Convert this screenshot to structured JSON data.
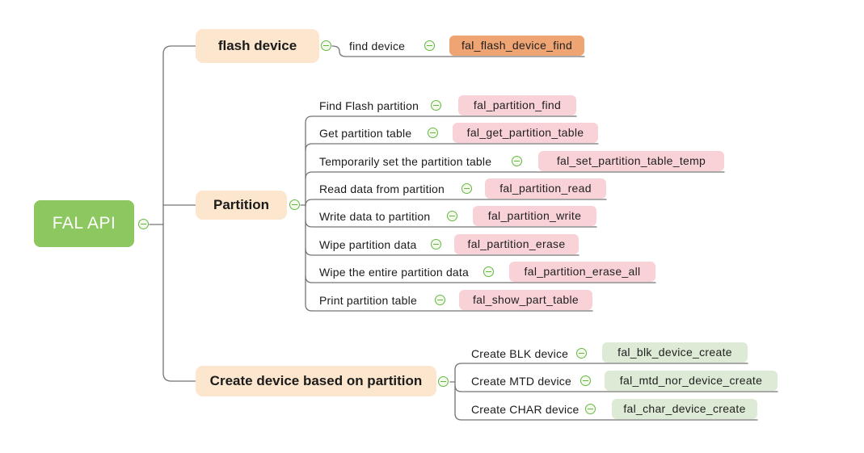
{
  "root": {
    "label": "FAL API"
  },
  "branches": {
    "flash": {
      "label": "flash device",
      "children": [
        {
          "label": "find device",
          "api": "fal_flash_device_find"
        }
      ]
    },
    "partition": {
      "label": "Partition",
      "children": [
        {
          "label": "Find Flash partition",
          "api": "fal_partition_find"
        },
        {
          "label": "Get partition table",
          "api": "fal_get_partition_table"
        },
        {
          "label": "Temporarily set the partition table",
          "api": "fal_set_partition_table_temp"
        },
        {
          "label": "Read data from partition",
          "api": "fal_partition_read"
        },
        {
          "label": "Write data to partition",
          "api": "fal_partition_write"
        },
        {
          "label": "Wipe partition data",
          "api": "fal_partition_erase"
        },
        {
          "label": "Wipe the entire partition data",
          "api": "fal_partition_erase_all"
        },
        {
          "label": "Print partition table",
          "api": "fal_show_part_table"
        }
      ]
    },
    "create": {
      "label": "Create device based on partition",
      "children": [
        {
          "label": "Create BLK device",
          "api": "fal_blk_device_create"
        },
        {
          "label": "Create MTD device",
          "api": "fal_mtd_nor_device_create"
        },
        {
          "label": "Create CHAR device",
          "api": "fal_char_device_create"
        }
      ]
    }
  },
  "icons": {
    "collapse": "minus-circle"
  },
  "colors": {
    "canvas_bg": "#ffffff",
    "root_green": "#8dc75f",
    "branch_peach": "#fce6cd",
    "leaf_orange": "#efa473",
    "leaf_pink": "#f9d2d8",
    "leaf_green": "#dcead6",
    "line": "#737373",
    "collapse_green": "#64b842"
  }
}
